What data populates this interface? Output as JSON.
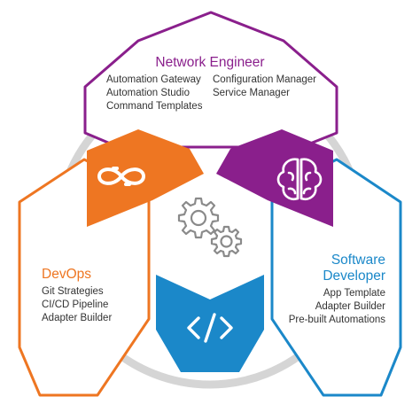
{
  "colors": {
    "purple": "#8a1f8c",
    "orange": "#ee7622",
    "blue": "#1b88c9",
    "ring": "#d5d5d5",
    "gear": "#8a8a8a",
    "text": "#333333"
  },
  "network_engineer": {
    "title": "Network Engineer",
    "col1": [
      "Automation Gateway",
      "Automation Studio",
      "Command Templates"
    ],
    "col2": [
      "Configuration Manager",
      "Service Manager"
    ]
  },
  "devops": {
    "title": "DevOps",
    "items": [
      "Git Strategies",
      "CI/CD Pipeline",
      "Adapter Builder"
    ]
  },
  "software_developer": {
    "title_line1": "Software",
    "title_line2": "Developer",
    "items": [
      "App Template",
      "Adapter Builder",
      "Pre-built Automations"
    ]
  },
  "icons": {
    "infinity": "infinity-icon",
    "brain": "brain-icon",
    "code": "code-icon",
    "gears": "gears-icon"
  }
}
